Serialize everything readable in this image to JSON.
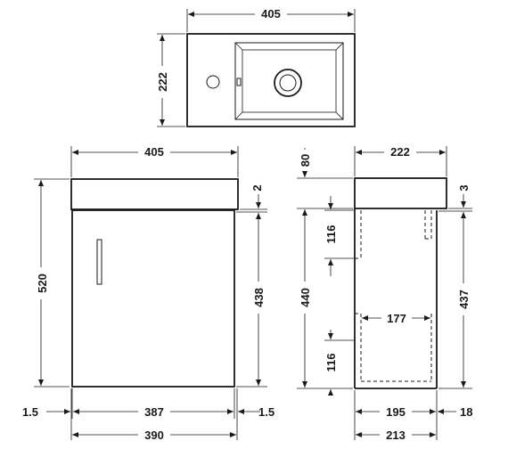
{
  "diagram": {
    "views": {
      "top": {
        "width": "405",
        "depth": "222"
      },
      "front": {
        "overall_width": "405",
        "height": "520",
        "top_gap": "2",
        "door_height": "438",
        "left_gap": "1.5",
        "door_width": "387",
        "right_gap": "1.5",
        "cabinet_width": "390"
      },
      "side": {
        "basin_height": "80",
        "depth": "222",
        "top_gap": "3",
        "upper_cutout": "116",
        "total_cabinet": "440",
        "side_height": "437",
        "inner_width": "177",
        "lower_cutout": "116",
        "cabinet_depth": "195",
        "back_gap": "18",
        "overall_depth": "213"
      }
    },
    "colors": {
      "line": "#1a1a1a",
      "background": "#ffffff"
    }
  }
}
